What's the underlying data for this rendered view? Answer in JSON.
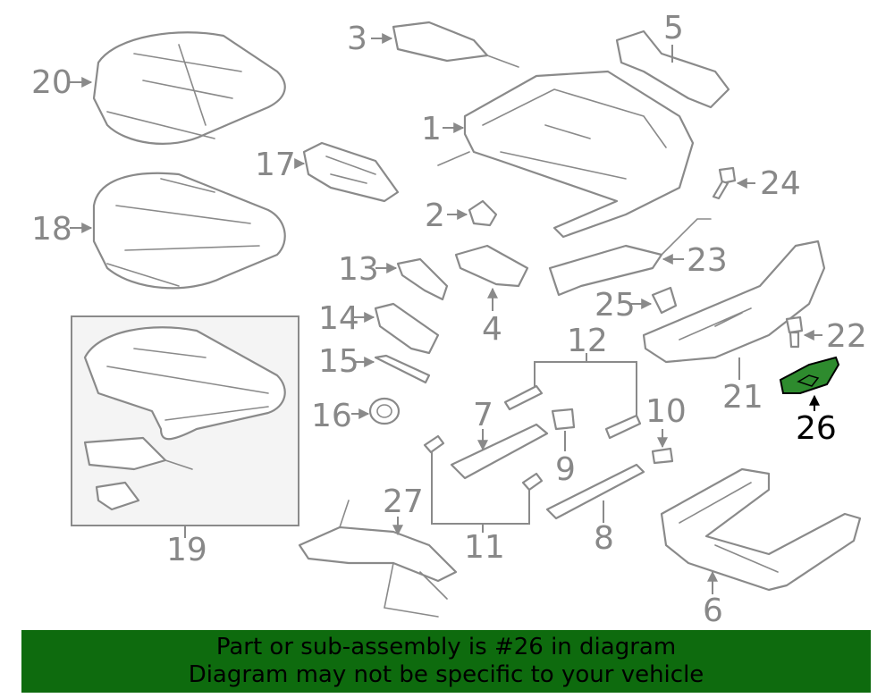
{
  "callouts": {
    "c1": "1",
    "c2": "2",
    "c3": "3",
    "c4": "4",
    "c5": "5",
    "c6": "6",
    "c7": "7",
    "c8": "8",
    "c9": "9",
    "c10": "10",
    "c11": "11",
    "c12": "12",
    "c13": "13",
    "c14": "14",
    "c15": "15",
    "c16": "16",
    "c17": "17",
    "c18": "18",
    "c19": "19",
    "c20": "20",
    "c21": "21",
    "c22": "22",
    "c23": "23",
    "c24": "24",
    "c25": "25",
    "c26": "26",
    "c27": "27"
  },
  "highlighted_part": "26",
  "colors": {
    "highlight": "#2e8b2e",
    "banner": "#0e6b0e",
    "line": "#8a8a8a"
  },
  "banner": {
    "line1": "Part or sub-assembly is #26 in diagram",
    "line2": "Diagram may not be specific to your vehicle"
  }
}
